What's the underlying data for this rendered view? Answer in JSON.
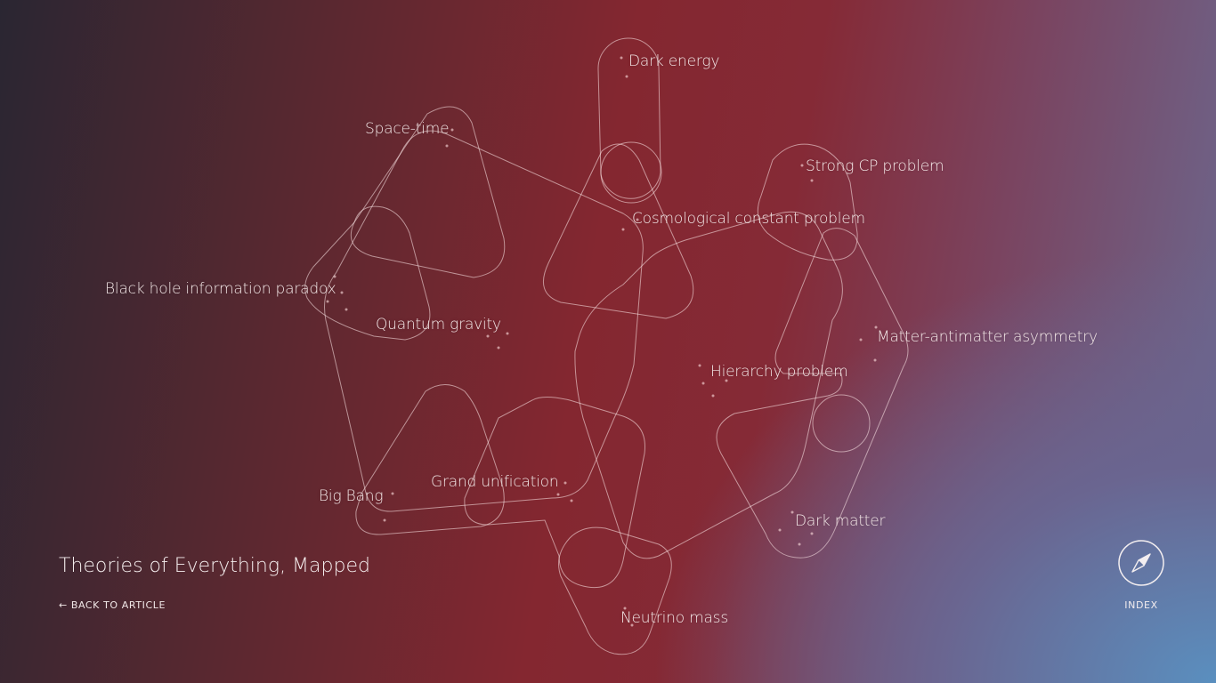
{
  "page": {
    "title": "Theories of Everything, Mapped",
    "back_label": "BACK TO ARTICLE",
    "back_arrow": "←",
    "index_label": "INDEX"
  },
  "icons": {
    "back": "left-arrow-icon",
    "index": "compass-icon"
  },
  "colors": {
    "gradient_dark": "#2a2632",
    "gradient_red": "#842730",
    "gradient_blue": "#5a8fbf",
    "line": "#ffe6e6",
    "text": "#f2e6e6"
  },
  "topics": [
    {
      "id": "dark-energy",
      "label": "Dark energy"
    },
    {
      "id": "space-time",
      "label": "Space-time"
    },
    {
      "id": "strong-cp-problem",
      "label": "Strong CP problem"
    },
    {
      "id": "cosmological-constant-problem",
      "label": "Cosmological constant problem"
    },
    {
      "id": "black-hole-information-paradox",
      "label": "Black hole information paradox"
    },
    {
      "id": "quantum-gravity",
      "label": "Quantum gravity"
    },
    {
      "id": "matter-antimatter-asymmetry",
      "label": "Matter-antimatter asymmetry"
    },
    {
      "id": "hierarchy-problem",
      "label": "Hierarchy problem"
    },
    {
      "id": "grand-unification",
      "label": "Grand unification"
    },
    {
      "id": "big-bang",
      "label": "Big Bang"
    },
    {
      "id": "dark-matter",
      "label": "Dark matter"
    },
    {
      "id": "neutrino-mass",
      "label": "Neutrino mass"
    }
  ]
}
